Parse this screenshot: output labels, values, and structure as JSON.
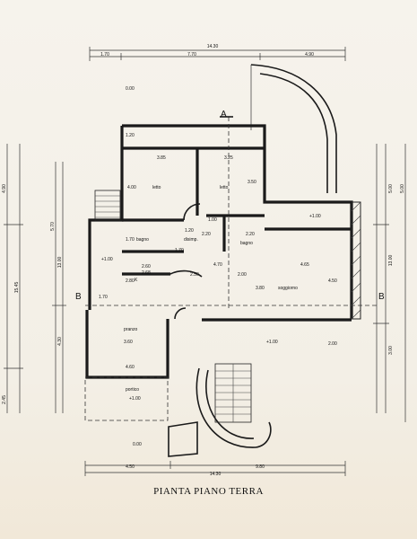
{
  "title": "PIANTA PIANO TERRA",
  "section_marks": {
    "a_top": "A",
    "b_left": "B",
    "b_right": "B"
  },
  "dimensions": {
    "top_total": "14.30",
    "top_seg1": "1.70",
    "top_seg2": "7.70",
    "top_seg3": "4.90",
    "bottom_total": "14.30",
    "bottom_seg1": "4.50",
    "bottom_seg2": "9.80",
    "left_outer_1": "4.90",
    "left_outer_2": "15.45",
    "left_outer_3": "2.45",
    "left_mid": "13.00",
    "left_a": "5.70",
    "left_b": "4.30",
    "right_1": "5.00",
    "right_2": "13.00",
    "right_3": "5.00",
    "right_4": "3.00"
  },
  "levels": {
    "top_left": "0.00",
    "bagno_right": "+1.00",
    "left_room": "+1.00",
    "center": "+1.00",
    "portico": "+1.00",
    "bottom_left": "0.00"
  },
  "rooms": {
    "letto_1": "letto",
    "letto_2": "letto",
    "bagno_1": "bagno",
    "disimp": "disimp.",
    "bagno_2": "bagno",
    "soggiorno": "soggiorno",
    "k": "K",
    "pranzo": "pranzo",
    "portico": "portico"
  },
  "room_dims": {
    "r1": "1.20",
    "r2": "3.85",
    "r3": "3.25",
    "r4": "4.00",
    "r5": "3.50",
    "r6": "1.00",
    "r7": "1.20",
    "r8": "2.20",
    "r9": "1.70",
    "r10": "2.20",
    "r11": "1.70",
    "r12": "2.68",
    "r13": "2.50",
    "r14": "2.00",
    "r15": "2.60",
    "r16": "4.70",
    "r17": "4.65",
    "r18": "2.80",
    "r19": "3.80",
    "r20": "4.50",
    "r21": "1.70",
    "r22": "3.60",
    "r23": "4.60",
    "r24": "2.00"
  }
}
